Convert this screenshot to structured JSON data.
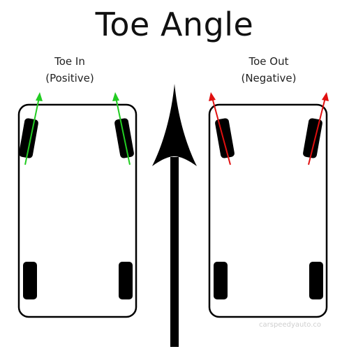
{
  "title": "Toe Angle",
  "toe_in": {
    "label": "Toe In",
    "sublabel": "(Positive)",
    "arrow_color": "#22cc22"
  },
  "toe_out": {
    "label": "Toe Out",
    "sublabel": "(Negative)",
    "arrow_color": "#e01010"
  },
  "watermark": "carspeedyauto.co"
}
